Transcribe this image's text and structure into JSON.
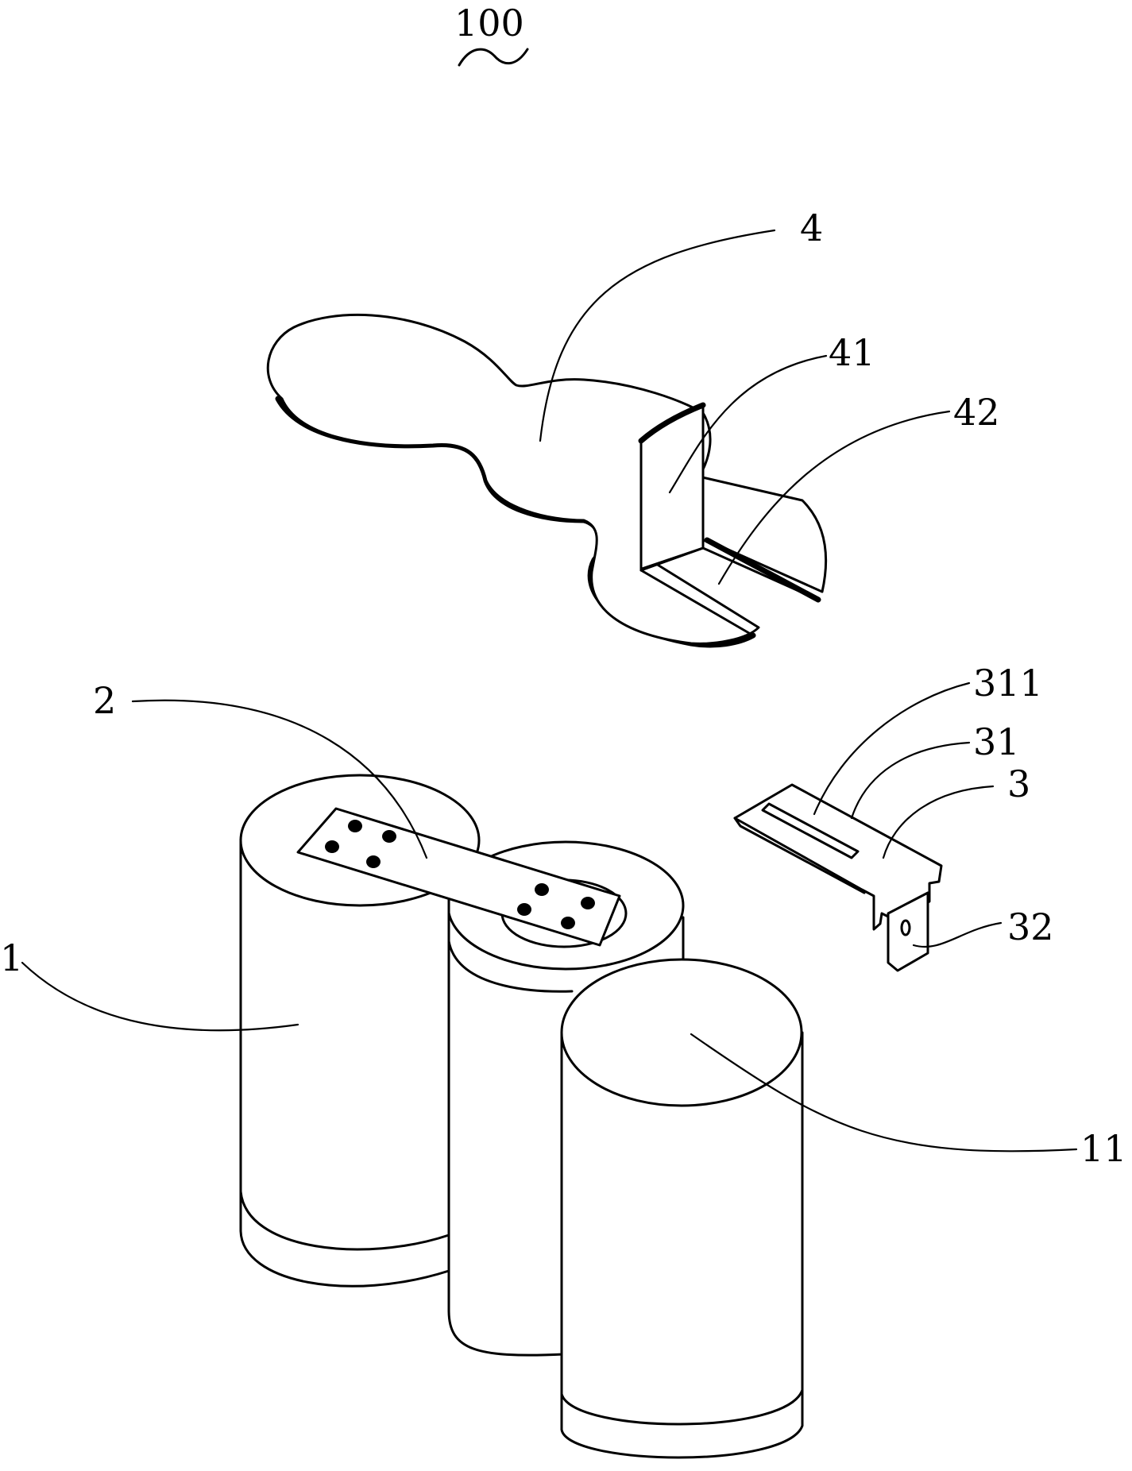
{
  "figure": {
    "labels": {
      "assembly": "100",
      "cell": "1",
      "cell_end": "11",
      "connecting_sheet": "2",
      "terminal": "3",
      "terminal_plate": "31",
      "terminal_slot": "311",
      "terminal_tab": "32",
      "insulating_sheet": "4",
      "insulating_wall": "41",
      "insulating_base": "42"
    }
  }
}
